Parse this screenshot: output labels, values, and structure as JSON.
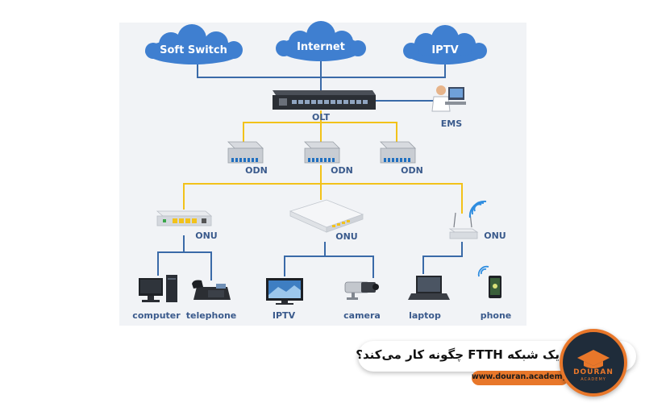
{
  "diagram": {
    "clouds": [
      {
        "id": "soft-switch",
        "label": "Soft Switch"
      },
      {
        "id": "internet",
        "label": "Internet"
      },
      {
        "id": "iptv",
        "label": "IPTV"
      }
    ],
    "olt": {
      "label": "OLT"
    },
    "ems": {
      "label": "EMS"
    },
    "odn": [
      {
        "label": "ODN"
      },
      {
        "label": "ODN"
      },
      {
        "label": "ODN"
      }
    ],
    "onu": [
      {
        "label": "ONU"
      },
      {
        "label": "ONU"
      },
      {
        "label": "ONU"
      }
    ],
    "devices": [
      {
        "label": "computer",
        "icon": "computer-icon"
      },
      {
        "label": "telephone",
        "icon": "telephone-icon"
      },
      {
        "label": "IPTV",
        "icon": "tv-icon"
      },
      {
        "label": "camera",
        "icon": "camera-icon"
      },
      {
        "label": "laptop",
        "icon": "laptop-icon"
      },
      {
        "label": "phone",
        "icon": "phone-icon"
      }
    ],
    "colors": {
      "cloud": "#3f7fd0",
      "backbone_line": "#3a6aa8",
      "fiber_line": "#f2c21a",
      "label": "#3a5a8c",
      "panel": "#f1f3f6"
    }
  },
  "banner": {
    "title": "یک شبکه FTTH چگونه کار می‌کند؟",
    "url": "www.douran.academy",
    "logo_text": "DOURAN",
    "logo_sub": "ACADEMY",
    "accent": "#e8772a"
  }
}
